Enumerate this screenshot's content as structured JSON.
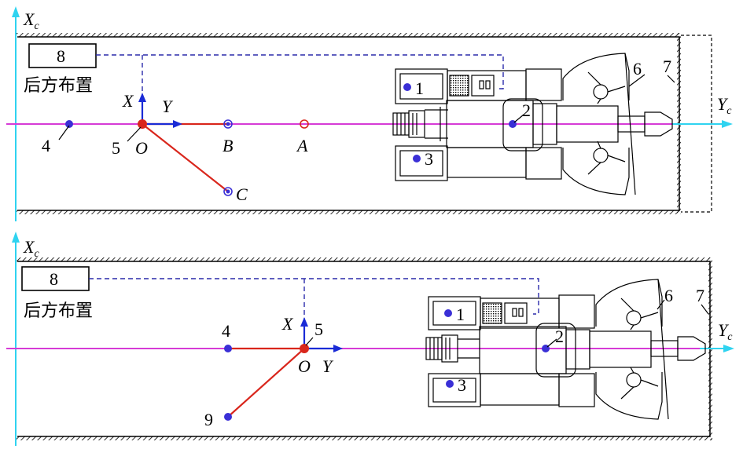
{
  "colors": {
    "axis_cyan": "#2fd3f0",
    "centerline_magenta": "#d63bd6",
    "link_red": "#d9261c",
    "point_blue": "#3a2fd6",
    "dashed_blue": "#2a2aaa",
    "outline_black": "#000000"
  },
  "top_panel": {
    "axis_x": "X",
    "axis_x_sub": "c",
    "axis_y": "Y",
    "axis_y_sub": "c",
    "box_label": "8",
    "rear_text": "后方布置",
    "local_x": "X",
    "local_y": "Y",
    "origin": "O",
    "pt_4": "4",
    "pt_5": "5",
    "pt_A": "A",
    "pt_B": "B",
    "pt_C": "C",
    "pt_1": "1",
    "pt_2": "2",
    "pt_3": "3",
    "pt_6": "6",
    "pt_7": "7"
  },
  "bottom_panel": {
    "axis_x": "X",
    "axis_x_sub": "c",
    "axis_y": "Y",
    "axis_y_sub": "c",
    "box_label": "8",
    "rear_text": "后方布置",
    "local_x": "X",
    "local_y": "Y",
    "origin": "O",
    "pt_4": "4",
    "pt_5": "5",
    "pt_9": "9",
    "pt_1": "1",
    "pt_2": "2",
    "pt_3": "3",
    "pt_6": "6",
    "pt_7": "7"
  }
}
